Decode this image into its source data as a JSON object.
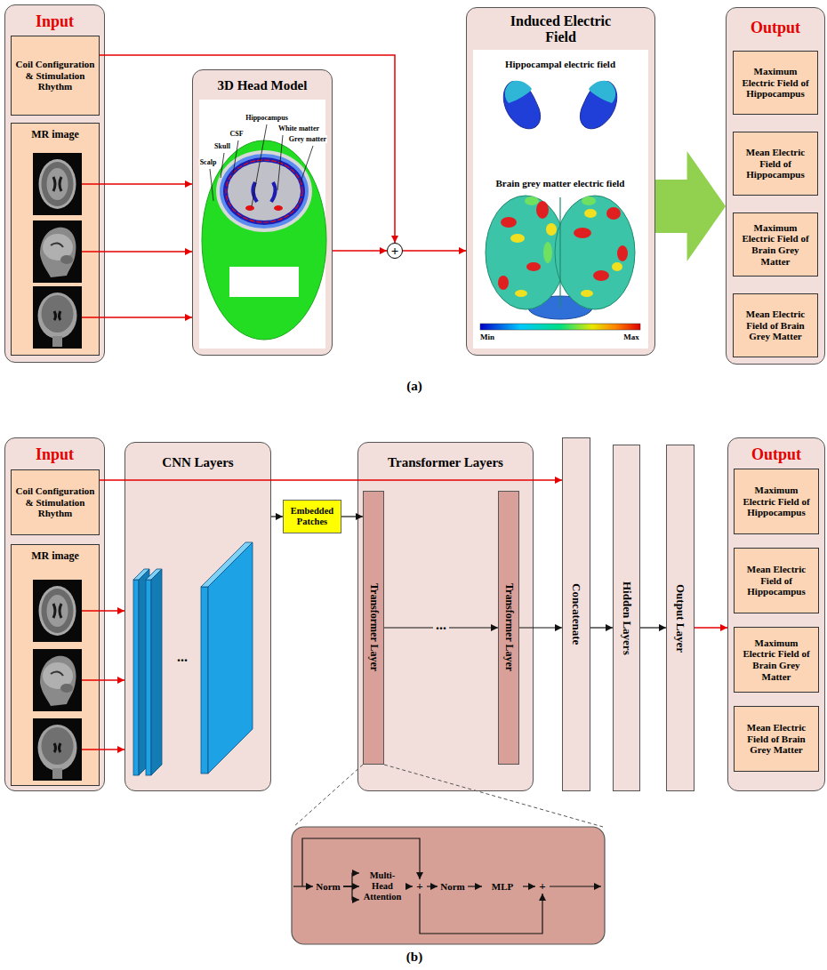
{
  "diagram": {
    "nodes": [
      {
        "text": [
          "Input"
        ]
      },
      {
        "text": [
          "Coil Configuration & Stimulation Rhythm"
        ],
        "in": 0
      },
      {
        "text": [
          "MR image"
        ],
        "in": 0
      },
      {
        "text": [
          "3D Head Model"
        ]
      },
      {
        "text": [
          "+"
        ]
      },
      {
        "text": [
          "Induced Electric Field"
        ]
      },
      {
        "text": [
          "Output"
        ]
      },
      {
        "text": [
          "Maximum Electric Field of Hippocampus"
        ],
        "in": 6
      },
      {
        "text": [
          "Mean Electric Field of Hippocampus"
        ],
        "in": 6
      },
      {
        "text": [
          "Maximum Electric Field of Brain Grey Matter"
        ],
        "in": 6
      },
      {
        "text": [
          "Mean Electric Field of Brain Grey Matter"
        ],
        "in": 6
      },
      {
        "text": [
          "Input"
        ]
      },
      {
        "text": [
          "Coil Configuration & Stimulation Rhythm"
        ],
        "in": 11
      },
      {
        "text": [
          "MR image"
        ],
        "in": 11
      },
      {
        "text": [
          "CNN Layers"
        ]
      },
      {
        "text": [
          "Embedded Patches"
        ]
      },
      {
        "text": [
          "Transformer Layers"
        ]
      },
      {
        "text": [
          "Transformer Layer"
        ],
        "in": 16
      },
      {
        "text": [
          "Transformer Layer"
        ],
        "in": 16
      },
      {
        "text": [
          "Concatenate"
        ]
      },
      {
        "text": [
          "Hidden Layers"
        ]
      },
      {
        "text": [
          "Output Layer"
        ]
      },
      {
        "text": [
          "Output"
        ]
      },
      {
        "text": [
          "Maximum Electric Field of Hippocampus"
        ],
        "in": 22
      },
      {
        "text": [
          "Mean Electric Field of Hippocampus"
        ],
        "in": 22
      },
      {
        "text": [
          "Maximum Electric Field of Brain Grey Matter"
        ],
        "in": 22
      },
      {
        "text": [
          "Mean Electric Field of Brain Grey Matter"
        ],
        "in": 22
      },
      {
        "text": [
          "Norm"
        ]
      },
      {
        "text": [
          "Multi-Head Attention"
        ]
      },
      {
        "text": [
          "+"
        ]
      },
      {
        "text": [
          "Norm"
        ]
      },
      {
        "text": [
          "MLP"
        ]
      },
      {
        "text": [
          "+"
        ]
      }
    ],
    "edges": [
      {
        "from": 2,
        "to": 3,
        "arrow": "to"
      },
      {
        "from": 2,
        "to": 3,
        "arrow": "to"
      },
      {
        "from": 2,
        "to": 3,
        "arrow": "to"
      },
      {
        "from": 1,
        "to": 4,
        "arrow": "to"
      },
      {
        "from": 3,
        "to": 4,
        "arrow": "to"
      },
      {
        "from": 4,
        "to": 5,
        "arrow": "to"
      },
      {
        "from": 5,
        "to": 6,
        "arrow": "to"
      },
      {
        "from": 13,
        "to": 14,
        "arrow": "to"
      },
      {
        "from": 13,
        "to": 14,
        "arrow": "to"
      },
      {
        "from": 13,
        "to": 14,
        "arrow": "to"
      },
      {
        "from": 12,
        "to": 19,
        "arrow": "to"
      },
      {
        "from": 14,
        "to": 15,
        "arrow": "to"
      },
      {
        "from": 15,
        "to": 17,
        "arrow": "to"
      },
      {
        "from": 17,
        "to": 18,
        "label": "...",
        "arrow": "to"
      },
      {
        "from": 18,
        "to": 19,
        "arrow": "to"
      },
      {
        "from": 19,
        "to": 20,
        "arrow": "to"
      },
      {
        "from": 20,
        "to": 21,
        "arrow": "to"
      },
      {
        "from": 21,
        "to": 22,
        "arrow": "to"
      },
      {
        "from": 27,
        "to": 28,
        "arrow": "to"
      },
      {
        "from": 27,
        "to": 28,
        "arrow": "to"
      },
      {
        "from": 27,
        "to": 28,
        "arrow": "to"
      },
      {
        "from": 28,
        "to": 29,
        "arrow": "to"
      },
      {
        "from": 29,
        "to": 30,
        "arrow": "to"
      },
      {
        "from": 30,
        "to": 31,
        "arrow": "to"
      },
      {
        "from": 31,
        "to": 32,
        "arrow": "to"
      },
      {
        "from": 29,
        "to": 32,
        "arrow": "to"
      }
    ],
    "labels": [
      "Scalp",
      "Skull",
      "CSF",
      "Hippocampus",
      "White matter",
      "Grey matter",
      "Hippocampal electric field",
      "Brain grey matter electric field",
      "Min",
      "Max",
      "(a)",
      "...",
      "(b)"
    ]
  }
}
